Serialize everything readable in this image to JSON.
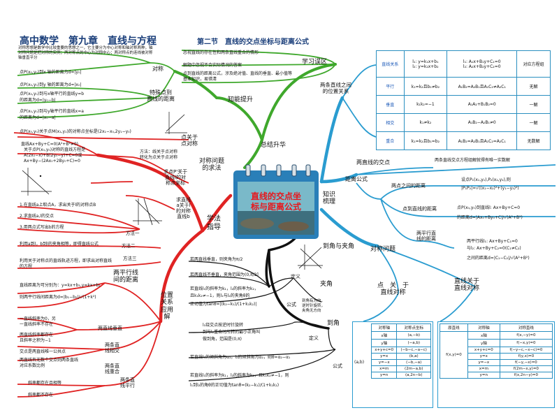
{
  "header": {
    "title": "高中数学　第九章　直线与方程",
    "section": "第二节　直线的交点坐标与距离公式"
  },
  "center": {
    "title_line1": "直线的交点坐",
    "title_line2": "标与距离公式"
  },
  "hub": {
    "zhishi_tisheng": "知能提升",
    "xuexi_kequ": "学习误区",
    "zongjie": "总结升华",
    "zhishi_shuli": "知识\n梳理",
    "xuefa_zhidao": "学法\n指导"
  },
  "top_left": {
    "intro": "对称思想是数学中比较重要的思想之一，它主要分为中心对称和轴对称两种，轴对称问题是把对称的实例；两对称点的中心为对称中心；两对称点的连线被对称轴垂直平分",
    "duichen": "对称",
    "line1": "点P(x₀,y₀)到x 轴的距离为d=|y₀|",
    "line2": "点P(x₀,y₀)到y 轴的距离为d=|x₀|",
    "teshu": "特殊点到\n直线的距离",
    "line3": "点P(x₀,y₀)到与x轴平行的直线y=b",
    "line3b": "的距离为d=|y₀−b|",
    "line4": "点P(x₀,y₀)到与y轴平行的直线x=a",
    "line4b": "的距离为d=|x₀−a|",
    "mistake1": "忽视直线的存在性和两条直线重合的情形",
    "mistake2": "解题中忽视不合实际情况的答案",
    "mistake3": "点到直线的距离公式，涉及绝对值、直线的垂直、最小值等基本知识，易错清"
  },
  "symmetric": {
    "point_sym": "点P(x₀,y₀)关于点M(x₁,y₁)的对称点坐标是(2x₁−x₀,2y₁−y₀)",
    "point_line": "点关于\n点对称",
    "line_sym": "对称问题\n的求法",
    "method": "方法：线关于点对称\n转化为点关于点对称",
    "eq1": "直线Ax+By+C=0(A²+B²≠0)",
    "eq2": "关于点P(x₀,y₀)对称的直线方程是",
    "eq3": "A(2x₀−x)+B(2y₀−y)+C=0或",
    "eq4": "Ax+By−(2Ax₀+2By₀+C)=0",
    "pt_line": "求点P'关于\n直线l的对\n称点坐标",
    "line_line": "求直线\na关于l\n的对称\n直线b",
    "step1": "1.在直线a上取点A，求出关于l的对称点B",
    "step2": "2.求直线a,l的交点",
    "step3": "3.用两点式写出b的方程",
    "fangfa1": "方法一",
    "line_b": "利用a到l，b到l的夹角相等，即得直线公式",
    "fangfa2": "方法二",
    "jiaogui": "利用关于对称点的直线轨迹方程，即求出对称直线的方程",
    "fangfa3": "方法三",
    "parallel_dist": "两平行线\n间的距离",
    "pd_eq1": "直线距离为可分别为：y=kx+b₁,y=kx+b₂",
    "pd_eq2": "则两平行线间距离为d=|b₁−b₂|/√(1+k²)",
    "weizhi": "位置\n关系\n应用\n解",
    "rel1": "一直线斜率为0，另\n一直线斜率不存在",
    "rel2": "两直线斜率都存在\n且斜率之积为−1",
    "chuizhi": "两直线垂直",
    "rel3": "交点是两直线唯一公共点",
    "xiangjiao": "两条直\n线相交",
    "rel4": "两直线有无数个交点则两条直线\n对应系数比例",
    "chonghe": "两条直\n线重合",
    "rel5": "斜率都存在且相等",
    "rel6": "斜率都不存在",
    "pingxing": "两条直\n线平行"
  },
  "right_top": {
    "weizhi": "两条直线之间\n的位置关系",
    "table_headers": [
      "直线关系",
      "l₁: y=k₁x+b₁\nl₂: y=k₂x+b₂",
      "l₁: A₁x+B₁y+C₁=0\nl₂: A₂x+B₂y+C₂=0",
      "对应方程组"
    ],
    "rows": [
      [
        "平行",
        "k₁=k₂且b₁≠b₂",
        "A₁B₂=A₂B₁且A₁C₂≠A₂C₁",
        "无解"
      ],
      [
        "垂直",
        "k₁k₂=−1",
        "A₁A₂+B₁B₂=0",
        "一解"
      ],
      [
        "相交",
        "k₁≠k₂",
        "A₁B₂−A₂B₁≠0",
        "一解"
      ],
      [
        "重合",
        "k₁=k₂且b₁=b₂",
        "A₁B₂=A₂B₁且A₁C₂=A₂C₁",
        "无数解"
      ]
    ]
  },
  "right_mid": {
    "jiaodian": "两直线的交点",
    "jiaodian_txt": "两条直线交点方程组解就得有唯一实数解",
    "juli": "距离公式",
    "liangdian": "两点之间的距离",
    "liangdian_txt1": "设点P₁(x₁,y₁),P₂(x₂,y₂),则",
    "liangdian_txt2": "|P₁P₂|=√((x₁−x₂)²+(y₁−y₂)²)",
    "dian_zhixian": "点到直线的距离",
    "dz_txt1": "点P(x₀,y₀)到直线l: Ax+By+C=0",
    "dz_txt2": "的距离d=|Ax₀+By₀+C|/√(A²+B²)",
    "pingxing": "两平行直\n线的距离",
    "px_txt1": "两平行线l₁: Ax+By+C₁=0",
    "px_txt2": "与l₂: Ax+By+C₂=0(C₁≠C₂)",
    "px_txt3": "之间的距离d=|C₁−C₂|/√(A²+B²)"
  },
  "bottom_mid": {
    "daojiao": "到角与夹角",
    "duichen_wenti": "对称问题",
    "jj1": "若两直线垂直，则夹角为π/2",
    "jj2": "若两直线不垂直，夹角范围为(0,π/2]",
    "dingyi": "定义",
    "jiajiao": "夹角",
    "jj3": "若直线l₁的斜率为k₁，l₂的斜率为k₂，",
    "jj4": "且k₁k₂≠−1，则l₁与l₂的夹角θ的",
    "jj5": "正切值为tanθ=|(k₂−k₁)/(1+k₁k₂)|",
    "gongshi": "公式",
    "note_dir": "到角有方向，\n逆时针旋转，\n夹角无方向",
    "daojiao2": "到角",
    "dj1": "l₁绕交点按逆时针旋转",
    "dj2": "到与l₂重合时所转的最小正角叫",
    "dj3": "做到角，范围是(0,π)",
    "dingyi2": "定义",
    "dj4": "若直线l₁的倾斜角为α₁，l₂的倾斜角为α₂，则θ=α₂−α₁",
    "dj5": "若直线l₁的斜率为k₁，l₂的斜率为k₂，且k₁k₂≠−1，则",
    "dj6": "l₁到l₂的角θ的正切值为tanθ=(k₂−k₁)/(1+k₁k₂)",
    "gongshi2": "公式"
  },
  "sym_tables": {
    "dian_guanyu": "点　关　于\n直线对称",
    "zhixian_guanyu": "直线关于\n直线对称",
    "left_label": "(a,b)",
    "left_headers": [
      "对称轴",
      "对称点坐标"
    ],
    "left_rows": [
      [
        "x轴",
        "(a,−b)"
      ],
      [
        "y轴",
        "(−a,b)"
      ],
      [
        "x+y+c=0",
        "(−b−c,−a−c)"
      ],
      [
        "y=x",
        "(b,a)"
      ],
      [
        "y=−x",
        "(−b,−a)"
      ],
      [
        "x=m",
        "(2m−a,b)"
      ],
      [
        "y=n",
        "(a,2n−b)"
      ]
    ],
    "right_label": "f(x,y)=0",
    "right_headers": [
      "原直线",
      "对称轴",
      "对称直线"
    ],
    "right_rows": [
      [
        "x轴",
        "f(x,−y)=0"
      ],
      [
        "y轴",
        "f(−x,y)=0"
      ],
      [
        "x+y+c=0",
        "f(−y−c,−x−c)=0"
      ],
      [
        "y=x",
        "f(y,x)=0"
      ],
      [
        "y=−x",
        "f(−y,−x)=0"
      ],
      [
        "x=m",
        "f(2m−x,y)=0"
      ],
      [
        "y=n",
        "f(x,2n−y)=0"
      ]
    ]
  }
}
